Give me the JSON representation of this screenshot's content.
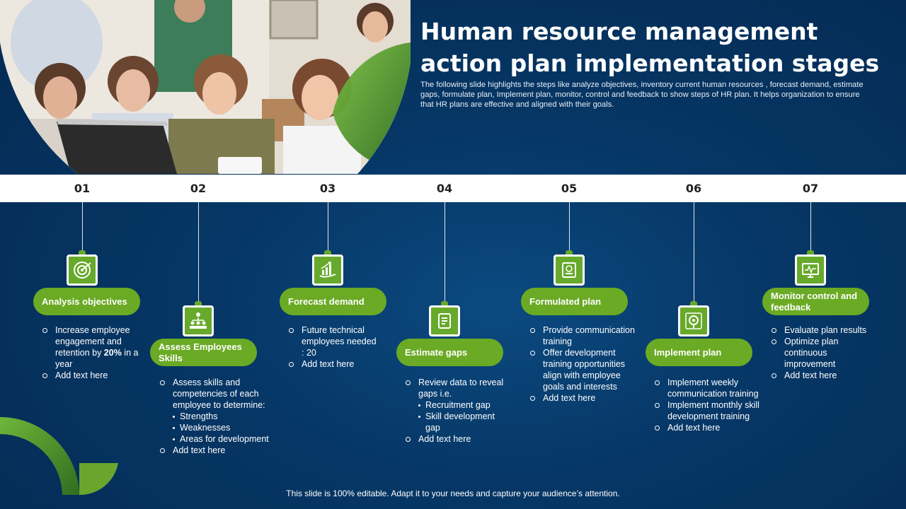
{
  "title": "Human resource management action plan implementation stages",
  "subtitle": "The following slide highlights the steps like analyze objectives, inventory current human resources , forecast demand, estimate gaps, formulate plan, Implement plan, monitor, control and feedback to show steps of HR plan. It helps organization to ensure that HR plans are effective and aligned with their goals.",
  "footer": "This slide is 100% editable. Adapt it to your needs and capture your audience’s attention.",
  "colors": {
    "background": "#063766",
    "accent_green": "#6aaa24",
    "band": "#ffffff"
  },
  "stages": [
    {
      "num": "01",
      "label": "Analysis objectives",
      "icon": "target-icon",
      "bullets": [
        {
          "pre": "Increase employee engagement and retention by ",
          "bold": "20%",
          "post": " in a year"
        },
        {
          "text": "Add text here"
        }
      ]
    },
    {
      "num": "02",
      "label": "Assess Employees Skills",
      "icon": "team-hierarchy-icon",
      "bullets": [
        {
          "text": "Assess skills and competencies of each employee to determine:"
        },
        {
          "text": "Strengths",
          "sub": true
        },
        {
          "text": "Weaknesses",
          "sub": true
        },
        {
          "text": "Areas for development",
          "sub": true
        },
        {
          "text": "Add text here"
        }
      ]
    },
    {
      "num": "03",
      "label": "Forecast demand",
      "icon": "growth-chart-icon",
      "bullets": [
        {
          "text": "Future technical employees needed  : 20"
        },
        {
          "text": "Add text here"
        }
      ]
    },
    {
      "num": "04",
      "label": "Estimate gaps",
      "icon": "checklist-icon",
      "bullets": [
        {
          "text": "Review  data to reveal gaps i.e."
        },
        {
          "text": "Recruitment gap",
          "sub": true
        },
        {
          "text": "Skill development  gap",
          "sub": true
        },
        {
          "text": "Add text here"
        }
      ]
    },
    {
      "num": "05",
      "label": "Formulated plan",
      "icon": "plan-document-icon",
      "bullets": [
        {
          "text": "Provide communication training"
        },
        {
          "text": "Offer development training opportunities align with employee goals and interests"
        },
        {
          "text": "Add text here"
        }
      ]
    },
    {
      "num": "06",
      "label": "Implement plan",
      "icon": "brain-gear-icon",
      "bullets": [
        {
          "text": "Implement weekly communication training"
        },
        {
          "text": "Implement monthly skill development  training"
        },
        {
          "text": "Add text here"
        }
      ]
    },
    {
      "num": "07",
      "label": "Monitor control and feedback",
      "icon": "monitor-chart-icon",
      "bullets": [
        {
          "text": "Evaluate plan results"
        },
        {
          "text": "Optimize plan continuous improvement"
        },
        {
          "text": "Add text here"
        }
      ]
    }
  ]
}
